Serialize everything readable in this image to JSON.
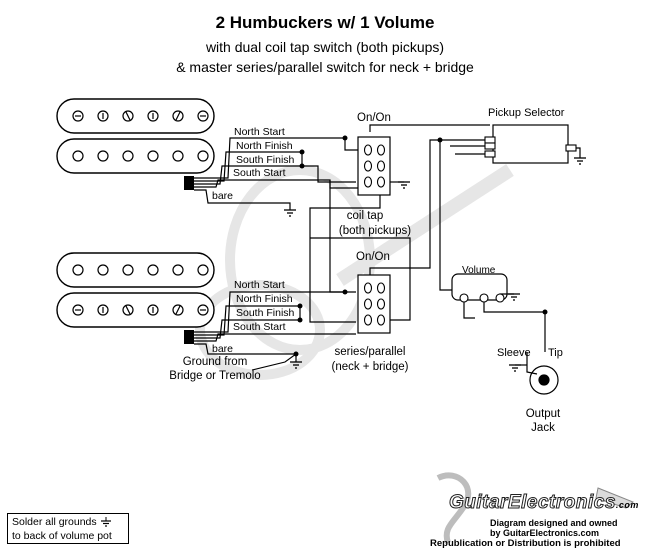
{
  "header": {
    "title": "2 Humbuckers w/ 1 Volume",
    "subtitle_1": "with dual coil tap switch (both pickups)",
    "subtitle_2": "& master series/parallel switch for neck + bridge"
  },
  "neck_pickup_wires": {
    "north_start": "North Start",
    "north_finish": "North Finish",
    "south_finish": "South Finish",
    "south_start": "South Start",
    "bare": "bare"
  },
  "bridge_pickup_wires": {
    "north_start": "North Start",
    "north_finish": "North Finish",
    "south_finish": "South Finish",
    "south_start": "South Start",
    "bare": "bare"
  },
  "coil_tap": {
    "type": "On/On",
    "label_1": "coil tap",
    "label_2": "(both pickups)"
  },
  "series_parallel": {
    "type": "On/On",
    "label_1": "series/parallel",
    "label_2": "(neck + bridge)"
  },
  "selector": {
    "label": "Pickup Selector"
  },
  "volume": {
    "label": "Volume"
  },
  "jack": {
    "sleeve": "Sleeve",
    "tip": "Tip",
    "label_1": "Output",
    "label_2": "Jack"
  },
  "ground": {
    "label_1": "Ground from",
    "label_2": "Bridge or Tremolo"
  },
  "note": {
    "line_1": "Solder all grounds",
    "line_2": "to back of volume pot"
  },
  "brand": {
    "name": "GuitarElectronics",
    "suffix": ".com",
    "line_1": "Diagram designed and owned",
    "line_2": "by GuitarElectronics.com",
    "line_3": "Republication or Distribution is prohibited"
  },
  "colors": {
    "ink": "#000000",
    "watermark": "#e4e4e4",
    "pickup_fill": "#ffffff"
  }
}
